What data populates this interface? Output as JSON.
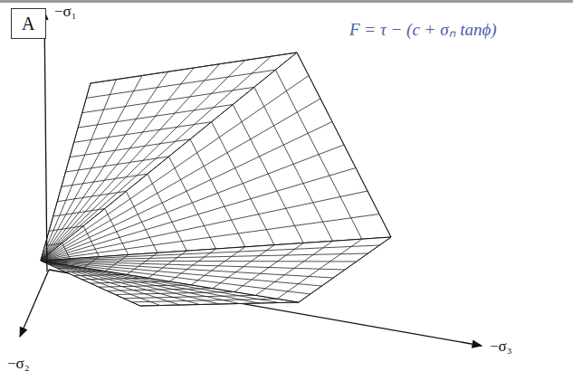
{
  "diagram": {
    "nodes": [
      {
        "text": [
          "A"
        ]
      }
    ],
    "labels": [
      "−σ₁",
      "F = τ − (c + σₙ tanϕ)",
      "−σ₃",
      "−σ₂"
    ]
  }
}
